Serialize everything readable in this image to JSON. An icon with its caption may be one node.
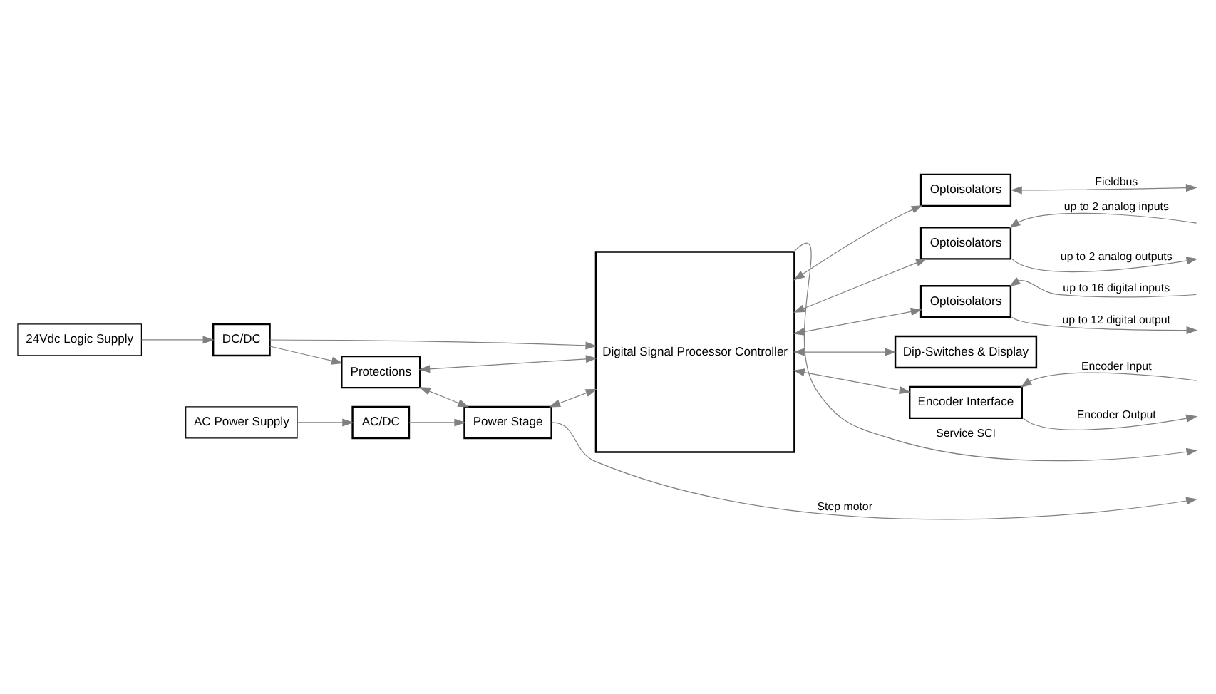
{
  "diagram": {
    "nodes": [
      {
        "text": [
          "AC Power Supply"
        ]
      },
      {
        "text": [
          "24Vdc Logic Supply"
        ]
      },
      {
        "text": [
          "AC/DC"
        ]
      },
      {
        "text": [
          "DC/DC"
        ]
      },
      {
        "text": [
          "Protections"
        ]
      },
      {
        "text": [
          "Power Stage"
        ]
      },
      {
        "text": [
          "Digital Signal Processor Controller"
        ]
      },
      {
        "text": [
          "Optoisolators"
        ]
      },
      {
        "text": [
          "Optoisolators"
        ]
      },
      {
        "text": [
          "Optoisolators"
        ]
      },
      {
        "text": [
          "Dip-Switches & Display"
        ]
      },
      {
        "text": [
          "Encoder Interface"
        ]
      }
    ],
    "edges": [
      {
        "from": 0,
        "to": 2,
        "arrow": "to"
      },
      {
        "from": 1,
        "to": 3,
        "arrow": "to"
      },
      {
        "from": 3,
        "to": 6,
        "arrow": "to"
      },
      {
        "from": 3,
        "to": 4,
        "arrow": "to"
      },
      {
        "from": 2,
        "to": 5,
        "arrow": "to"
      },
      {
        "from": 4,
        "to": 5,
        "arrow": "both"
      },
      {
        "from": 4,
        "to": 6,
        "arrow": "both"
      },
      {
        "from": 5,
        "to": 6,
        "arrow": "both"
      },
      {
        "from": 6,
        "to": 7,
        "arrow": "both"
      },
      {
        "from": 6,
        "to": 8,
        "arrow": "both"
      },
      {
        "from": 6,
        "to": 9,
        "arrow": "both"
      },
      {
        "from": 6,
        "to": 10,
        "arrow": "both"
      },
      {
        "from": 6,
        "to": 11,
        "arrow": "both"
      },
      {
        "from": 6,
        "to": null,
        "arrow": "to",
        "label": "Service SCI"
      },
      {
        "from": 7,
        "to": null,
        "arrow": "both",
        "label": "Fieldbus"
      },
      {
        "from": null,
        "to": 8,
        "arrow": "to",
        "label": "up to 2 analog inputs"
      },
      {
        "from": 8,
        "to": null,
        "arrow": "to",
        "label": "up to 2 analog outputs"
      },
      {
        "from": null,
        "to": 9,
        "arrow": "to",
        "label": "up to 16 digital inputs"
      },
      {
        "from": 9,
        "to": null,
        "arrow": "to",
        "label": "up to 12 digital output"
      },
      {
        "from": null,
        "to": 11,
        "arrow": "to",
        "label": "Encoder Input"
      },
      {
        "from": 11,
        "to": null,
        "arrow": "to",
        "label": "Encoder Output"
      },
      {
        "from": 5,
        "to": null,
        "arrow": "to",
        "label": "Step motor"
      }
    ]
  }
}
